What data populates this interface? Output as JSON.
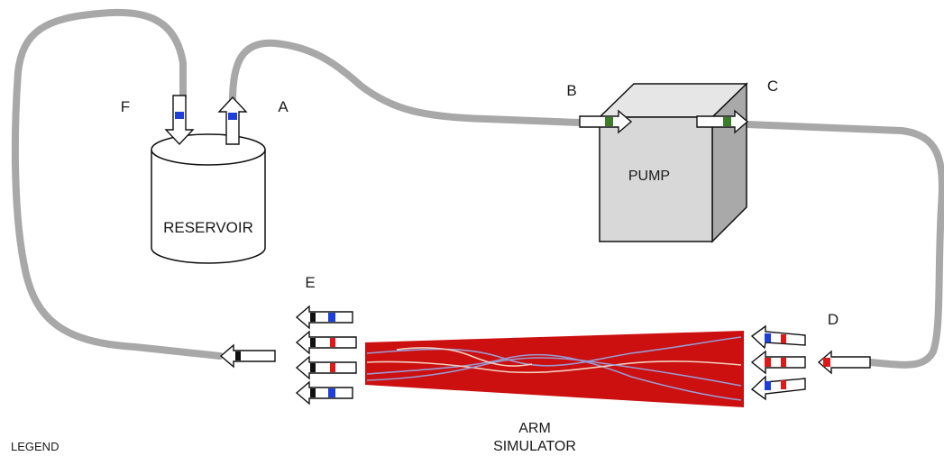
{
  "labels": {
    "a": "A",
    "b": "B",
    "c": "C",
    "d": "D",
    "e": "E",
    "f": "F",
    "reservoir": "RESERVOIR",
    "pump": "PUMP",
    "arm_line1": "ARM",
    "arm_line2": "SIMULATOR",
    "legend": "LEGEND"
  },
  "colors": {
    "tube": "#a8a8a8",
    "pump_front": "#d8d8d8",
    "pump_top": "#e6e6e6",
    "pump_side": "#a9a9a9",
    "arm": "#cc0f0f",
    "vein": "#9a9ad4",
    "artery": "#f0d0c0",
    "marker_blue": "#1e3fd8",
    "marker_red": "#e01818",
    "marker_green": "#3c7d2a",
    "marker_black": "#111111"
  },
  "markers": {
    "f": [
      "blue"
    ],
    "a": [
      "blue"
    ],
    "b": [
      "green"
    ],
    "c": [
      "green"
    ],
    "d_inlet": [
      "red"
    ],
    "d_top": [
      "blue",
      "red"
    ],
    "d_mid": [
      "red",
      "red"
    ],
    "d_bottom": [
      "blue",
      "red"
    ],
    "e_row1": [
      "black",
      "blue"
    ],
    "e_row2": [
      "black",
      "red"
    ],
    "e_row3": [
      "black",
      "red"
    ],
    "e_row4": [
      "black",
      "blue"
    ],
    "outlet": [
      "black"
    ]
  }
}
